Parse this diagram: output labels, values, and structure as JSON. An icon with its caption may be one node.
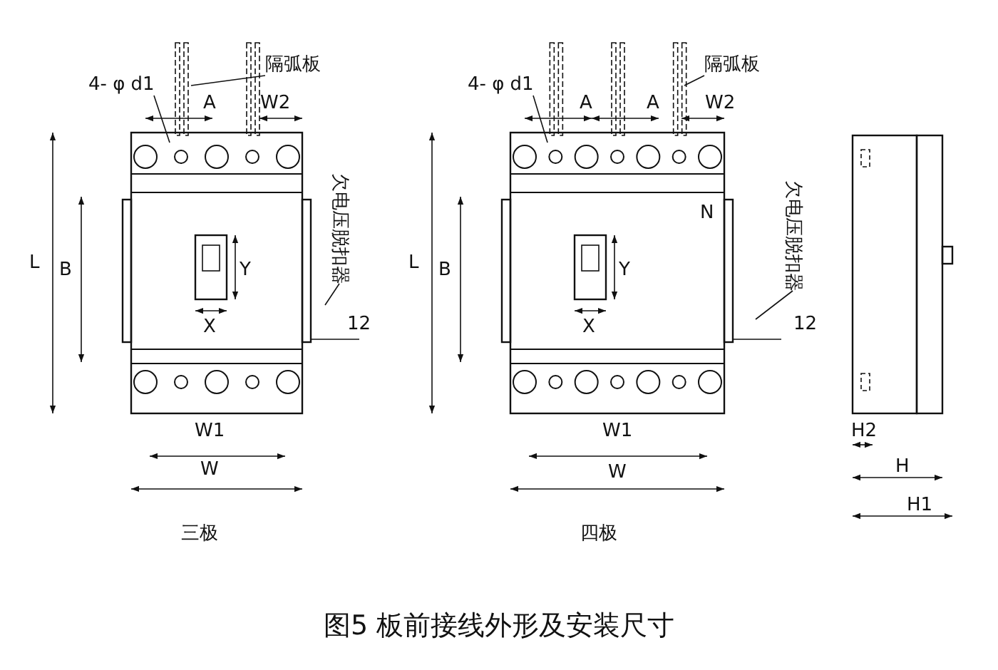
{
  "diagram": {
    "caption": "图5 板前接线外形及安装尺寸",
    "nodes": [
      {
        "text": [
          "4- φ d1"
        ]
      },
      {
        "text": [
          "隔弧板"
        ]
      },
      {
        "text": [
          "欠电压脱扣器"
        ]
      },
      {
        "text": [
          "4- φ d1"
        ]
      },
      {
        "text": [
          "隔弧板"
        ]
      },
      {
        "text": [
          "欠电压脱扣器"
        ]
      }
    ],
    "edges": [
      {
        "from": 0,
        "to": null,
        "arrow": "none"
      },
      {
        "from": 1,
        "to": null,
        "arrow": "none"
      },
      {
        "from": 2,
        "to": null,
        "arrow": "none"
      },
      {
        "from": 3,
        "to": null,
        "arrow": "none"
      },
      {
        "from": 4,
        "to": null,
        "arrow": "none"
      },
      {
        "from": 5,
        "to": null,
        "arrow": "none"
      }
    ],
    "labels": [
      "A",
      "W2",
      "A",
      "A",
      "W2",
      "L",
      "B",
      "Y",
      "X",
      "12",
      "W1",
      "W",
      "三极",
      "L",
      "B",
      "N",
      "Y",
      "X",
      "12",
      "W1",
      "W",
      "四极",
      "H2",
      "H",
      "H1"
    ]
  }
}
